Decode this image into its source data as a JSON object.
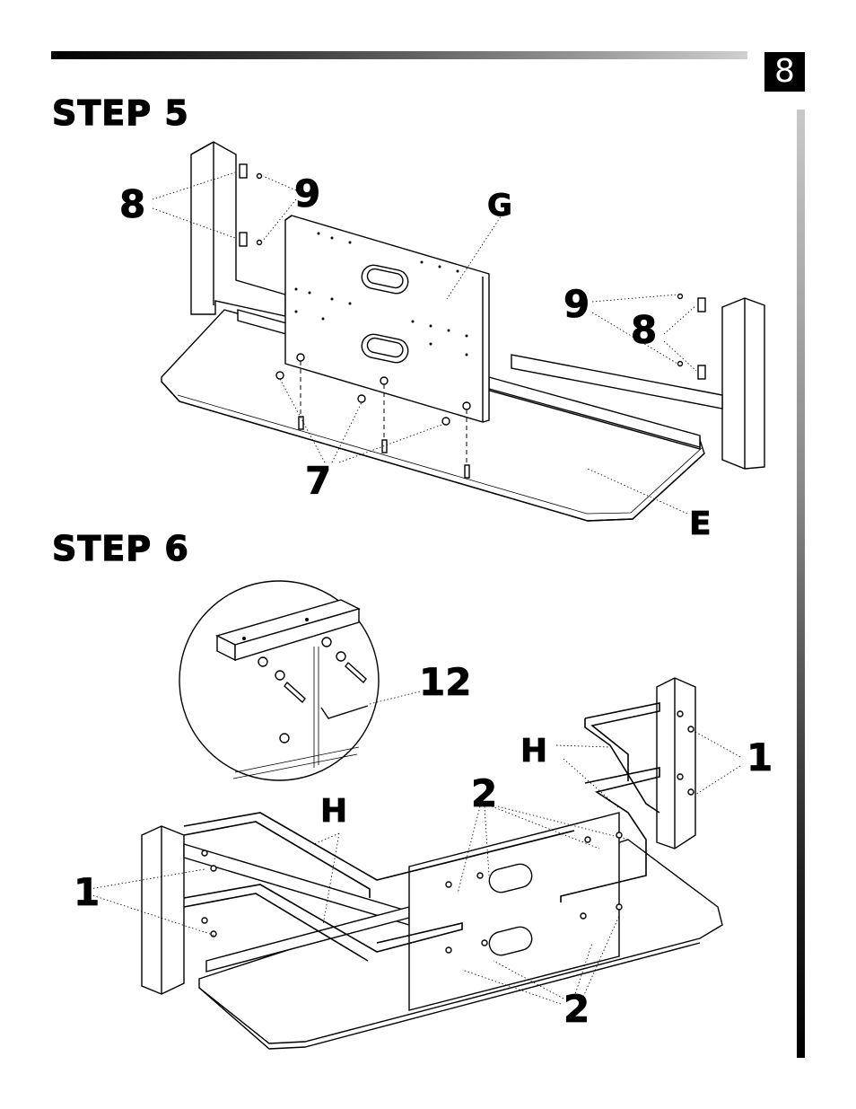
{
  "header": {
    "page_number": "8"
  },
  "steps": [
    {
      "title": "STEP 5",
      "callouts": {
        "c8a": "8",
        "c9a": "9",
        "cG": "G",
        "c9b": "9",
        "c8b": "8",
        "c7": "7",
        "cE": "E"
      }
    },
    {
      "title": "STEP 6",
      "callouts": {
        "c12": "12",
        "cH1": "H",
        "cH2": "H",
        "c1a": "1",
        "c2a": "2",
        "c1b": "1",
        "c2b": "2"
      }
    }
  ]
}
